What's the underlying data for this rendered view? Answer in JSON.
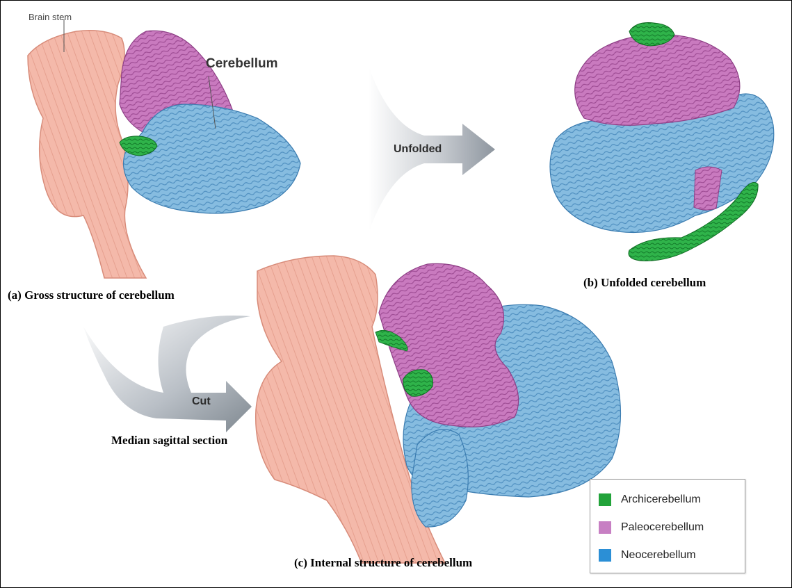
{
  "labels": {
    "brain_stem": "Brain stem",
    "cerebellum": "Cerebellum",
    "unfolded_arrow": "Unfolded",
    "cut_arrow": "Cut",
    "median_section": "Median sagittal section",
    "caption_a": "(a) Gross structure of cerebellum",
    "caption_b": "(b) Unfolded cerebellum",
    "caption_c": "(c) Internal structure of cerebellum"
  },
  "legend": {
    "items": [
      {
        "label": "Archicerebellum",
        "color": "#22a33a"
      },
      {
        "label": "Paleocerebellum",
        "color": "#c77fc3"
      },
      {
        "label": "Neocerebellum",
        "color": "#2b8fd6"
      }
    ]
  },
  "colors": {
    "archicerebellum": "#22a33a",
    "paleocerebellum": "#c272b8",
    "neocerebellum": "#7fb6dc",
    "brainstem": "#f2b4a4"
  }
}
